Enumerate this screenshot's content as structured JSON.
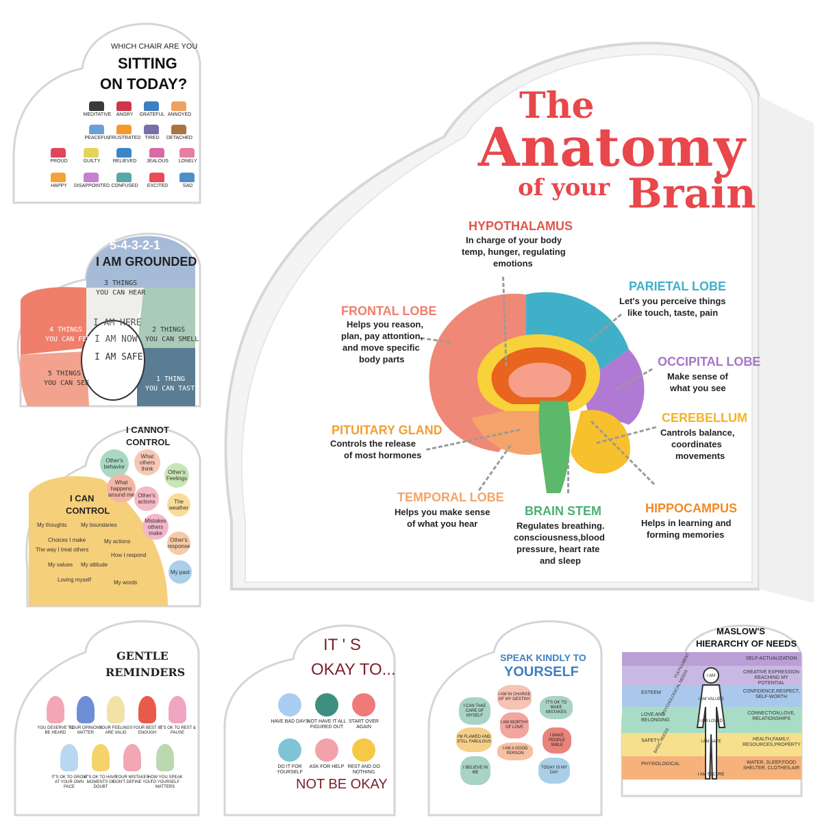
{
  "main": {
    "title_line1": "The",
    "title_line2": "Anatomy",
    "title_line3a": "of your",
    "title_line3b": "Brain",
    "labels": [
      {
        "key": "hypothalamus",
        "name": "HYPOTHALAMUS",
        "desc": [
          "In charge of your body",
          "temp, hunger, regulating",
          "emotions"
        ],
        "color": "#e0554a"
      },
      {
        "key": "parietal",
        "name": "PARIETAL LOBE",
        "desc": [
          "Let's you perceive things",
          "like touch, taste, pain"
        ],
        "color": "#3fb0c8"
      },
      {
        "key": "frontal",
        "name": "FRONTAL LOBE",
        "desc": [
          "Helps you reason,",
          "plan, pay attontion,",
          "and move specific",
          "body parts"
        ],
        "color": "#ef7e6c"
      },
      {
        "key": "occipital",
        "name": "OCCIPITAL LOBE",
        "desc": [
          "Make sense of",
          "what you see"
        ],
        "color": "#a974c9"
      },
      {
        "key": "cerebellum",
        "name": "CEREBELLUM",
        "desc": [
          "Cantrols balance,",
          "coordinates",
          "movements"
        ],
        "color": "#f2b525"
      },
      {
        "key": "pituitary",
        "name": "PITUITARY GLAND",
        "desc": [
          "Controls the release",
          "of most hormones"
        ],
        "color": "#f29f33"
      },
      {
        "key": "temporal",
        "name": "TEMPORAL LOBE",
        "desc": [
          "Helps you make sense",
          "of what you hear"
        ],
        "color": "#f4a46a"
      },
      {
        "key": "brainstem",
        "name": "BRAIN STEM",
        "desc": [
          "Regulates breathing.",
          "consciousness,blood",
          "pressure, heart rate",
          "and sleep"
        ],
        "color": "#4caf72"
      },
      {
        "key": "hippocampus",
        "name": "HIPPOCAMPUS",
        "desc": [
          "Helps in learning and",
          "forming memories"
        ],
        "color": "#f08a24"
      }
    ],
    "colors": {
      "title": "#e8474b",
      "frontal": "#f08878",
      "parietal": "#3fb0c8",
      "occipital": "#b07ad4",
      "cerebellum": "#f7c02d",
      "stem": "#5cb86a",
      "inner": "#e8641f",
      "yellow": "#f7d23a"
    }
  },
  "chairs": {
    "title_small": "WHICH CHAIR ARE YOU",
    "title_big1": "SITTING",
    "title_big2": "ON TODAY?",
    "items": [
      {
        "label": "MEDITATIVE",
        "color": "#3a3a3a"
      },
      {
        "label": "ANGRY",
        "color": "#d0344b"
      },
      {
        "label": "GRATEFUL",
        "color": "#3f7fc1"
      },
      {
        "label": "ANNOYED",
        "color": "#f0a060"
      },
      {
        "label": "PEACEFUL",
        "color": "#6aa0d8"
      },
      {
        "label": "FRUSTRATED",
        "color": "#f39a2a"
      },
      {
        "label": "TIRED",
        "color": "#7b6ea8"
      },
      {
        "label": "DETACHED",
        "color": "#a8743f"
      },
      {
        "label": "PROUD",
        "color": "#e1455c"
      },
      {
        "label": "GUILTY",
        "color": "#e7d35a"
      },
      {
        "label": "RELIEVED",
        "color": "#3d86c6"
      },
      {
        "label": "JEALOUS",
        "color": "#d96aa3"
      },
      {
        "label": "LONELY",
        "color": "#e67fa0"
      },
      {
        "label": "HAPPY",
        "color": "#f2a33a"
      },
      {
        "label": "DISAPPOINTED",
        "color": "#c77fd0"
      },
      {
        "label": "CONFUSED",
        "color": "#5aa7a9"
      },
      {
        "label": "EXCITED",
        "color": "#e94b5a"
      },
      {
        "label": "SAD",
        "color": "#4f8fc8"
      }
    ]
  },
  "grounded": {
    "title1": "5-4-3-2-1",
    "title2": "I AM GROUNDED",
    "hear": [
      "3 THINGS",
      "YOU CAN HEAR"
    ],
    "feel": [
      "4 THINGS",
      "YOU CAN FEEL"
    ],
    "smell": [
      "2 THINGS",
      "YOU CAN SMELL"
    ],
    "see": [
      "5 THINGS",
      "YOU CAN SEE"
    ],
    "taste": [
      "1 THING",
      "YOU CAN TASTE"
    ],
    "center": [
      "I AM HERE",
      "I AM NOW",
      "I AM SAFE"
    ]
  },
  "control": {
    "cannot_title": [
      "I CANNOT",
      "CONTROL"
    ],
    "can_title": [
      "I CAN",
      "CONTROL"
    ],
    "cannot_items": [
      {
        "text": "Other's behavior",
        "color": "#a9d8c4"
      },
      {
        "text": "What others think",
        "color": "#f7c7b5"
      },
      {
        "text": "Other's Feelings",
        "color": "#c8e6b5"
      },
      {
        "text": "What happens around me",
        "color": "#f4b7a6"
      },
      {
        "text": "Other's actions",
        "color": "#f5b9c4"
      },
      {
        "text": "The weather",
        "color": "#f8dd99"
      },
      {
        "text": "Mistakes others make",
        "color": "#f3b6c8"
      },
      {
        "text": "Other's response",
        "color": "#f7c9a4"
      },
      {
        "text": "My past",
        "color": "#a9cfe9"
      }
    ],
    "can_items": [
      "My thoughts",
      "My boundaries",
      "Choices I make",
      "My actions",
      "The way I treat others",
      "How I respond",
      "My values",
      "My attitude",
      "Loving myself",
      "My words"
    ]
  },
  "reminders": {
    "title": [
      "GENTLE",
      "REMINDERS"
    ],
    "row1": [
      "YOU DESERVE TO BE HEARD",
      "YOUR OPINIONS MATTER",
      "YOUR FEELINGS ARE VALID",
      "YOUR BEST IS ENOUGH",
      "IT'S OK TO REST & PAUSE"
    ],
    "row2": [
      "IT'S OK TO GROW AT YOUR OWN PACE",
      "IT'S OK TO HAVE MOMENTS OF DOUBT",
      "YOUR MISTAKES DON'T DEFINE YOU",
      "HOW YOU SPEAK TO YOURSELF MATTERS"
    ]
  },
  "okay": {
    "title1": "IT ' S",
    "title2": "OKAY TO...",
    "footer": "NOT BE OKAY",
    "items": [
      {
        "text": "HAVE BAD DAYS",
        "color": "#a9cdf2"
      },
      {
        "text": "NOT HAVE IT ALL FIGURED OUT",
        "color": "#3e8f7f"
      },
      {
        "text": "START OVER AGAIN",
        "color": "#f07a7a"
      },
      {
        "text": "DO IT FOR YOURSELF",
        "color": "#7fc4d6"
      },
      {
        "text": "ASK FOR HELP",
        "color": "#f2a3a9"
      },
      {
        "text": "REST AND DO NOTHING",
        "color": "#f5c845"
      }
    ]
  },
  "kindly": {
    "title1": "SPEAK KINDLY TO",
    "title2": "YOURSELF",
    "bubbles": [
      {
        "text": "I CAN TAKE CARE OF MYSELF",
        "color": "#a9d3c4"
      },
      {
        "text": "I AM IN CHARGE OF MY DESTINY",
        "color": "#f6c3b4"
      },
      {
        "text": "IT'S OK TO MAKE MISTAKES",
        "color": "#a9d3c4"
      },
      {
        "text": "I AM WORTHY OF LOVE",
        "color": "#f3a6a0"
      },
      {
        "text": "I'M FLAWED AND STILL FABULOUS",
        "color": "#f6d089"
      },
      {
        "text": "I AM A GOOD PERSON",
        "color": "#f7c0a3"
      },
      {
        "text": "I MAKE PEOPLE SMILE",
        "color": "#e9837c"
      },
      {
        "text": "I BELIEVE IN ME",
        "color": "#a9d3c4"
      },
      {
        "text": "TODAY IS MY DAY",
        "color": "#a9cfe9"
      }
    ]
  },
  "maslow": {
    "title": [
      "MASLOW'S",
      "HIERARCHY OF NEEDS"
    ],
    "levels": [
      {
        "left": "",
        "right": "SELF-ACTUALIZATION",
        "color": "#b99fd6"
      },
      {
        "left": "",
        "right": "CREATIVE EXPRESSION REACHING MY POTENTIAL",
        "color": "#c9b8e4"
      },
      {
        "left": "ESTEEM",
        "right": "CONFIDENCE,RESPECT, SELF-WORTH",
        "color": "#a9c8ec"
      },
      {
        "left": "LOVE AND BELONGING",
        "right": "CONNECTION,LOVE, RELATIONSHIPS",
        "color": "#a8dcc6"
      },
      {
        "left": "SAFETY",
        "right": "HEALTH,FAMILY, RESOURCES,PROPERTY",
        "color": "#f7e08c"
      },
      {
        "left": "PHYSIOLOGICAL",
        "right": "WATER, SLEEP,FOOD SHELTER, CLOTHES,AIR",
        "color": "#f6b27a"
      }
    ],
    "side_labels": [
      "FULFILLMENT",
      "PSYCHOLOGICAL NEEDS",
      "BASIC NEEDS"
    ],
    "body_labels": [
      "I AM",
      "I AM VALUED",
      "I AM LOVED",
      "I AM SAFE",
      "I AM SECURE"
    ]
  }
}
